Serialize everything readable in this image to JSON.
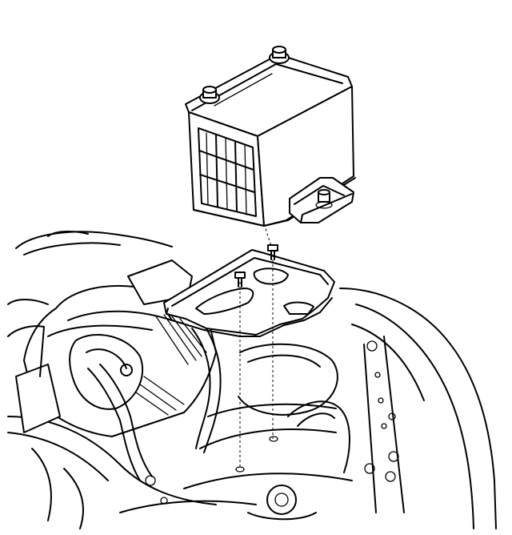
{
  "figure": {
    "ink_color": "#000000",
    "background_color": "#ffffff",
    "parts": [
      "battery",
      "battery-hold-down-clamp",
      "battery-tray",
      "tray-mounting-bolts",
      "air-cleaner-housing",
      "engine-compartment"
    ]
  }
}
